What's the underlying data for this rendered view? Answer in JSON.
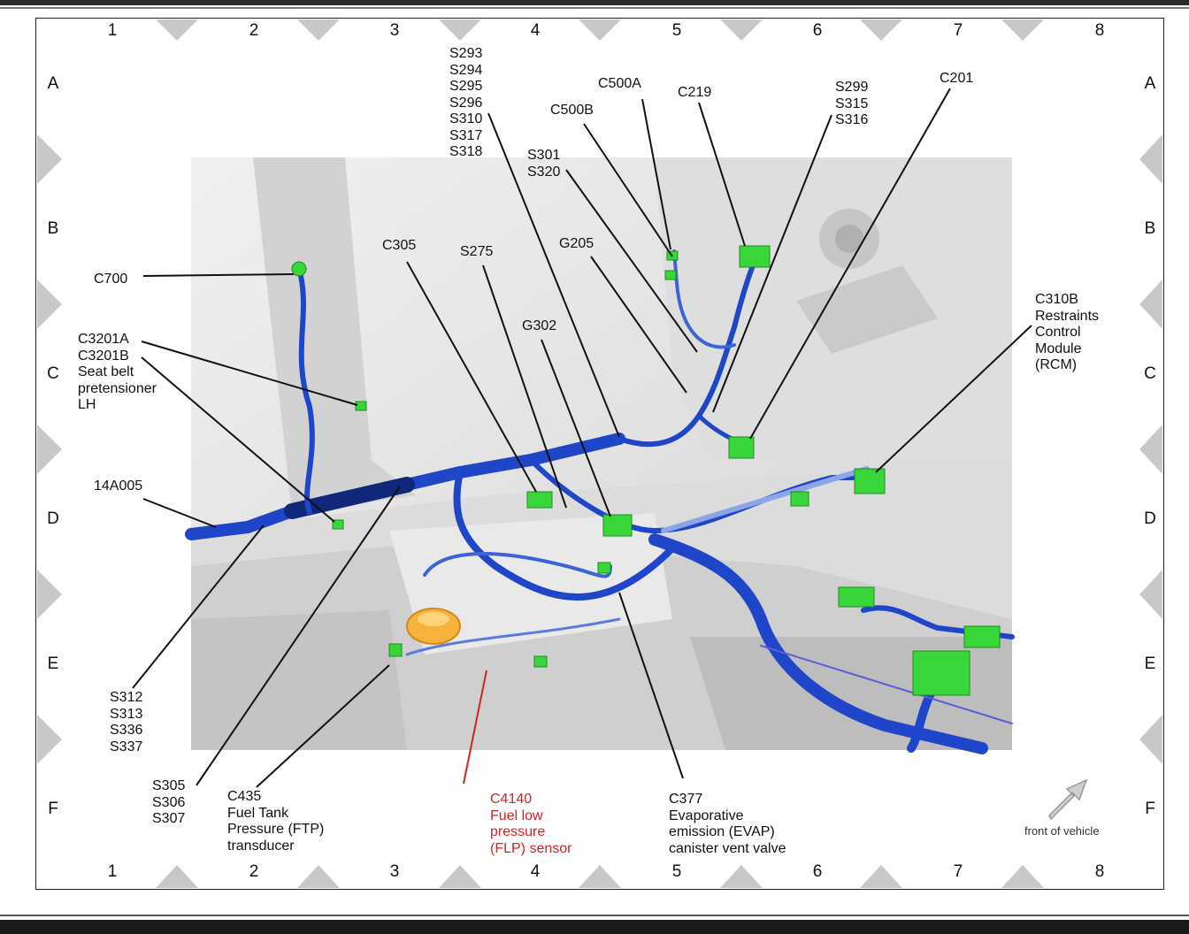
{
  "grid": {
    "columns": [
      "1",
      "2",
      "3",
      "4",
      "5",
      "6",
      "7",
      "8"
    ],
    "rows": [
      "A",
      "B",
      "C",
      "D",
      "E",
      "F"
    ]
  },
  "labels": {
    "s293_group": "S293\nS294\nS295\nS296\nS310\nS317\nS318",
    "c500a": "C500A",
    "c219": "C219",
    "s299_group": "S299\nS315\nS316",
    "c201": "C201",
    "c500b": "C500B",
    "s301_group": "S301\nS320",
    "c700": "C700",
    "c305": "C305",
    "s275": "S275",
    "g205": "G205",
    "c310b": "C310B\nRestraints\nControl\nModule\n(RCM)",
    "c3201": "C3201A\nC3201B\nSeat belt\npretensioner\nLH",
    "g302": "G302",
    "harness_14a005": "14A005",
    "s312_group": "S312\nS313\nS336\nS337",
    "s305_group": "S305\nS306\nS307",
    "c435": "C435\nFuel Tank\nPressure (FTP)\ntransducer",
    "c4140": "C4140\nFuel low\npressure\n(FLP) sensor",
    "c377": "C377\nEvaporative\nemission (EVAP)\ncanister vent valve",
    "front_of_vehicle": "front of vehicle"
  },
  "colors": {
    "harness": "#1f46c8",
    "harness_dark": "#10277a",
    "connector": "#39d63a",
    "highlight": "#d42222",
    "fuel_unit": "#f6b33c",
    "body_panel": "#e6e6e6"
  },
  "icons": {
    "direction": "arrow-up-right-icon"
  }
}
